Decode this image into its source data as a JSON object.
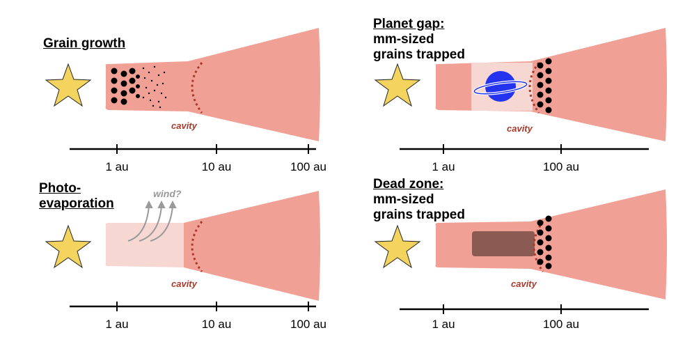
{
  "colors": {
    "disk": "#f0a094",
    "disk_light": "#f7d7d2",
    "star": "#f5d35f",
    "cavity_edge": "#a63a2c",
    "dead_zone": "#8b5a52",
    "planet": "#2333ee",
    "wind": "#9a9a9a"
  },
  "panels": {
    "grain_growth": {
      "title": "Grain growth",
      "cavity_label": "cavity",
      "ticks": [
        "1 au",
        "10 au",
        "100 au"
      ]
    },
    "planet_gap": {
      "title_lines": [
        "Planet gap:",
        "mm-sized",
        "grains trapped"
      ],
      "cavity_label": "cavity",
      "ticks": [
        "1 au",
        "100 au"
      ]
    },
    "photoevaporation": {
      "title_lines": [
        "Photo-",
        "evaporation"
      ],
      "wind_label": "wind?",
      "cavity_label": "cavity",
      "ticks": [
        "1 au",
        "10 au",
        "100 au"
      ]
    },
    "dead_zone": {
      "title_lines": [
        "Dead zone:",
        "mm-sized",
        "grains trapped"
      ],
      "cavity_label": "cavity",
      "ticks": [
        "1 au",
        "100 au"
      ]
    }
  }
}
